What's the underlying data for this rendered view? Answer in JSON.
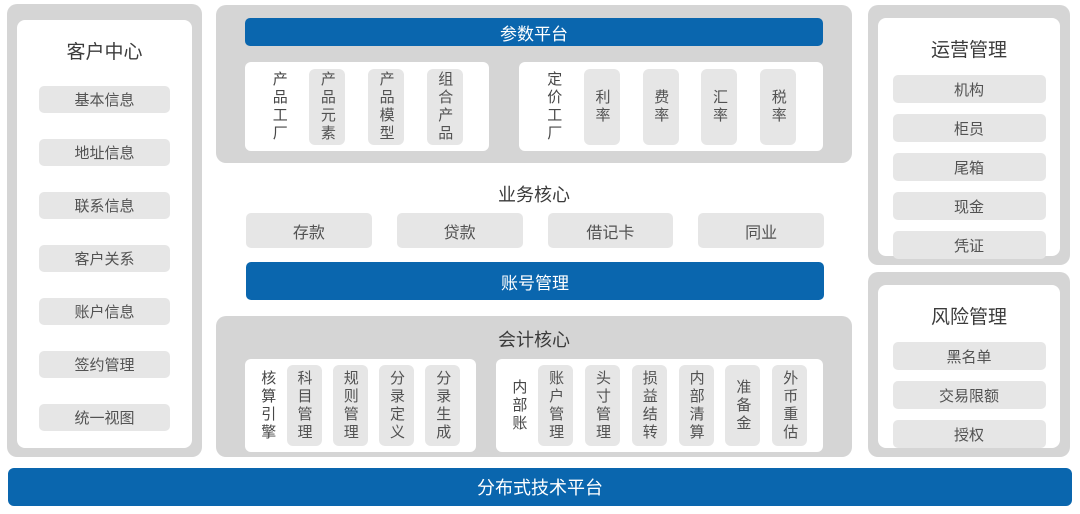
{
  "colors": {
    "accent_blue": "#0a66ae",
    "container_gray": "#d5d5d5",
    "pill_gray": "#e6e6e6",
    "title_text": "#3c3c3c",
    "item_text": "#525252"
  },
  "left_panel": {
    "title": "客户中心",
    "items": [
      "基本信息",
      "地址信息",
      "联系信息",
      "客户关系",
      "账户信息",
      "签约管理",
      "统一视图"
    ]
  },
  "center": {
    "param_platform": {
      "title": "参数平台",
      "groups": [
        {
          "label": "产品工厂",
          "items": [
            "产品元素",
            "产品模型",
            "组合产品"
          ]
        },
        {
          "label": "定价工厂",
          "items": [
            "利率",
            "费率",
            "汇率",
            "税率"
          ]
        }
      ]
    },
    "business_core": {
      "title": "业务核心",
      "items": [
        "存款",
        "贷款",
        "借记卡",
        "同业"
      ]
    },
    "account_mgmt": {
      "title": "账号管理"
    },
    "accounting_core": {
      "title": "会计核心",
      "groups": [
        {
          "label": "核算引擎",
          "items": [
            "科目管理",
            "规则管理",
            "分录定义",
            "分录生成"
          ]
        },
        {
          "label": "内部账",
          "items": [
            "账户管理",
            "头寸管理",
            "损益结转",
            "内部清算",
            "准备金",
            "外币重估"
          ]
        }
      ]
    }
  },
  "right_panels": [
    {
      "title": "运营管理",
      "items": [
        "机构",
        "柜员",
        "尾箱",
        "现金",
        "凭证"
      ]
    },
    {
      "title": "风险管理",
      "items": [
        "黑名单",
        "交易限额",
        "授权"
      ]
    }
  ],
  "footer": {
    "title": "分布式技术平台"
  }
}
